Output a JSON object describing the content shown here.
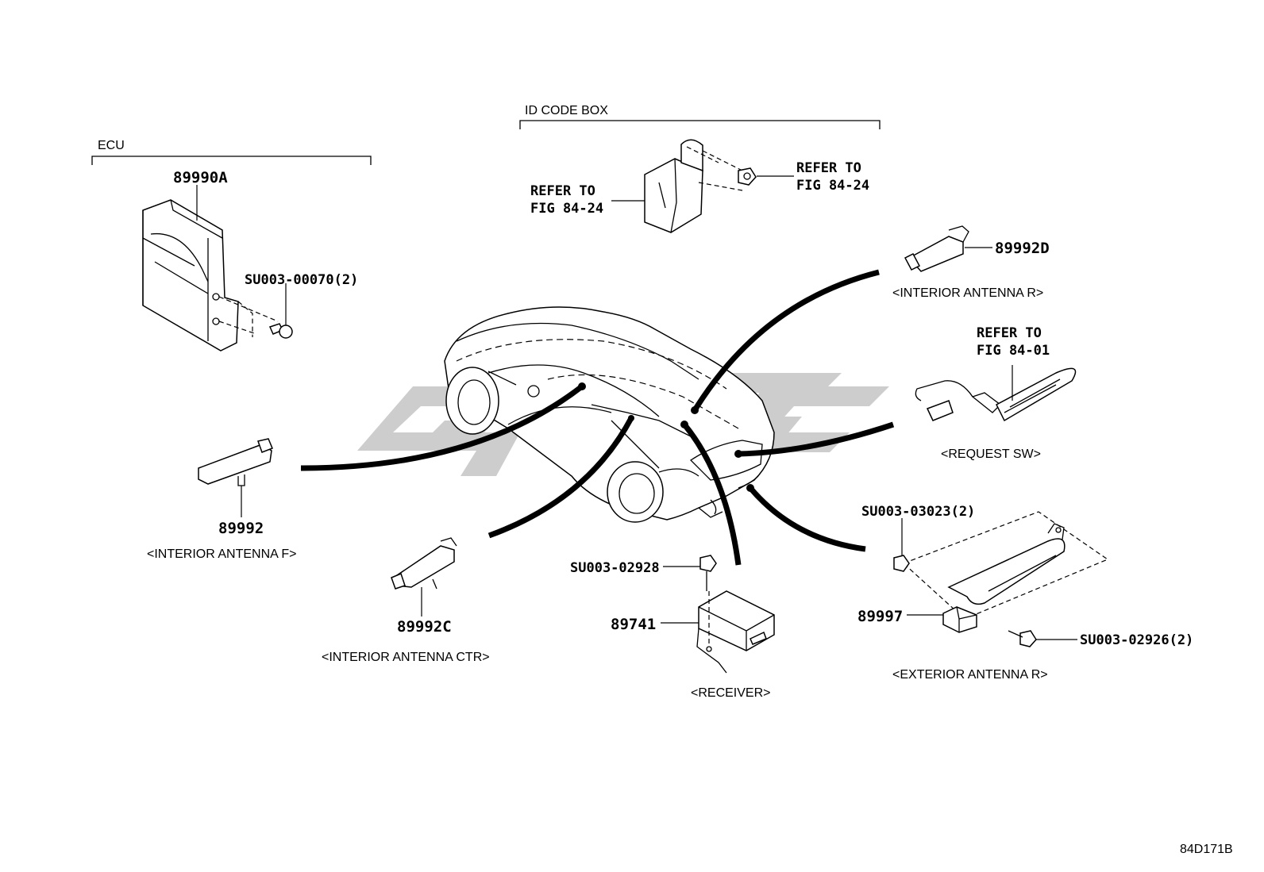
{
  "brackets": {
    "ecu": "ECU",
    "id_code_box": "ID CODE BOX"
  },
  "parts": {
    "ecu_part": "89990A",
    "ecu_bolt": "SU003-00070(2)",
    "id_refer_left": [
      "REFER TO",
      "FIG 84-24"
    ],
    "id_refer_right": [
      "REFER TO",
      "FIG 84-24"
    ],
    "antenna_r_part": "89992D",
    "antenna_r_label": "<INTERIOR ANTENNA R>",
    "request_sw_refer": [
      "REFER TO",
      "FIG 84-01"
    ],
    "request_sw_label": "<REQUEST SW>",
    "antenna_f_part": "89992",
    "antenna_f_label": "<INTERIOR ANTENNA F>",
    "antenna_ctr_part": "89992C",
    "antenna_ctr_label": "<INTERIOR ANTENNA CTR>",
    "receiver_bolt": "SU003-02928",
    "receiver_part": "89741",
    "receiver_label": "<RECEIVER>",
    "ext_nut": "SU003-03023(2)",
    "ext_part": "89997",
    "ext_bolt": "SU003-02926(2)",
    "ext_label": "<EXTERIOR ANTENNA R>"
  },
  "figure_id": "84D171B"
}
